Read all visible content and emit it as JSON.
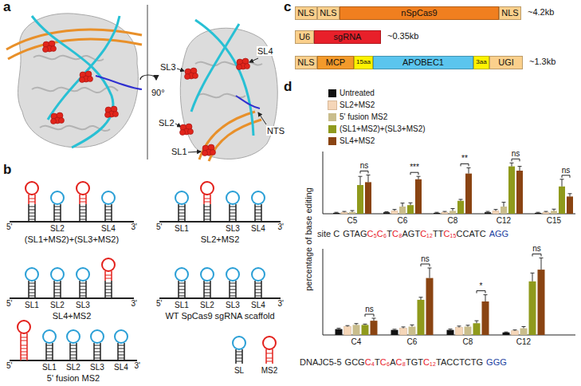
{
  "diagram": {
    "nodes": [
      {
        "text": [
          "NLS"
        ]
      },
      {
        "text": [
          "NLS"
        ]
      },
      {
        "text": [
          "nSpCas9"
        ]
      },
      {
        "text": [
          "NLS"
        ]
      },
      {
        "text": [
          "U6"
        ]
      },
      {
        "text": [
          "sgRNA"
        ]
      },
      {
        "text": [
          "NLS"
        ]
      },
      {
        "text": [
          "MCP"
        ]
      },
      {
        "text": [
          "15aa"
        ]
      },
      {
        "text": [
          "APOBEC1"
        ]
      },
      {
        "text": [
          "3aa"
        ]
      },
      {
        "text": [
          "UGI"
        ]
      }
    ],
    "labels": [
      "a",
      "SL4",
      "SL3",
      "90°",
      "SL2",
      "NTS",
      "SL1",
      "c",
      "~4.2kb",
      "~0.35kb",
      "~1.3kb",
      "b",
      "5'",
      "SL2",
      "SL4",
      "3'",
      "(SL1+MS2)+(SL3+MS2)",
      "5'",
      "SL1",
      "SL3",
      "SL4",
      "3'",
      "SL2+MS2",
      "5'",
      "SL1",
      "SL2",
      "SL3",
      "3'",
      "SL4+MS2",
      "5'",
      "SL1",
      "SL2",
      "SL3",
      "SL4",
      "3'",
      "WT SpCas9 sgRNA scaffold",
      "5'",
      "SL1",
      "SL2",
      "SL3",
      "SL4",
      "3'",
      "5' fusion MS2",
      "d",
      "percentage of base editing",
      "ns",
      "***",
      "**",
      "ns",
      "ns",
      "C5",
      "C6",
      "C8",
      "C12",
      "C15",
      "site C",
      "GTAG",
      "C₅C₆",
      "T",
      "C₈",
      "AGT",
      "C₁₂",
      "TT",
      "C₁₅",
      "CCATC",
      "AGG",
      "ns",
      "ns",
      "*",
      "ns",
      "C4",
      "C6",
      "C8",
      "C12",
      "DNAJC5-5",
      "GCG",
      "C₄",
      "T",
      "C₆",
      "A",
      "C₈",
      "TGT",
      "C₁₂",
      "TACCTCTG",
      "GGG"
    ],
    "legend": [
      {
        "text": "Untreated",
        "color": "#111111"
      },
      {
        "text": "SL2+MS2",
        "color": "#f5d6b8"
      },
      {
        "text": "5' fusion MS2",
        "color": "#c9bd8c"
      },
      {
        "text": "(SL1+MS2)+(SL3+MS2)",
        "color": "#8f9a1c"
      },
      {
        "text": "SL4+MS2",
        "color": "#8a4412"
      },
      {
        "text": "SL"
      },
      {
        "text": "MS2"
      }
    ]
  }
}
